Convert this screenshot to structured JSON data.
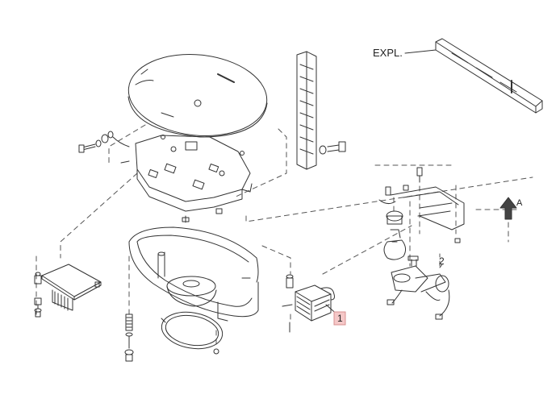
{
  "diagram": {
    "labels": {
      "expl": "EXPL.",
      "arrow_label": "A",
      "part_1": "1",
      "part_2": "2"
    },
    "colors": {
      "line": "#333333",
      "highlight_fill": "#f5c8c8",
      "highlight_stroke": "#d89090"
    }
  }
}
